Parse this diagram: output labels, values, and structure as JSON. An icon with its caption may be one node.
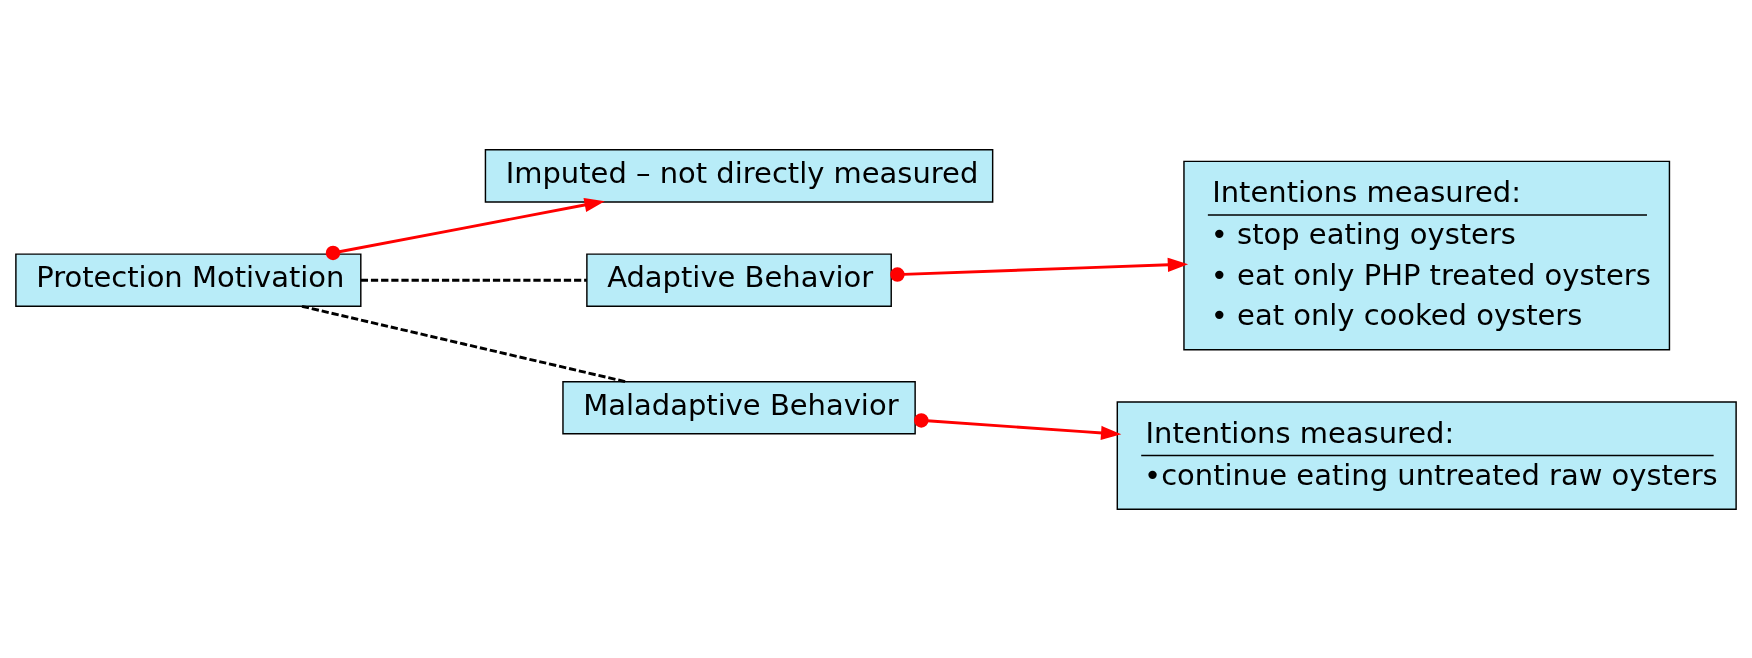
{
  "diagram": {
    "nodes": [
      {
        "text": [
          "Protection Motivation"
        ]
      },
      {
        "text": [
          "Imputed – not directly measured"
        ]
      },
      {
        "text": [
          "Adaptive Behavior"
        ]
      },
      {
        "text": [
          "Intentions measured:",
          "• stop eating oysters",
          "• eat only PHP treated oysters",
          "• eat only cooked oysters"
        ]
      },
      {
        "text": [
          "Maladaptive Behavior"
        ]
      },
      {
        "text": [
          "Intentions measured:",
          "•continue eating untreated raw oysters"
        ]
      }
    ],
    "edges": [
      {
        "from": 0,
        "to": 1,
        "arrow": "to",
        "color": "#ff0000"
      },
      {
        "from": 0,
        "to": 2,
        "arrow": "none",
        "style": "dashed",
        "color": "#000000"
      },
      {
        "from": 2,
        "to": 3,
        "arrow": "to",
        "color": "#ff0000"
      },
      {
        "from": 0,
        "to": 4,
        "arrow": "none",
        "style": "dashed",
        "color": "#000000"
      },
      {
        "from": 4,
        "to": 5,
        "arrow": "to",
        "color": "#ff0000"
      }
    ]
  }
}
